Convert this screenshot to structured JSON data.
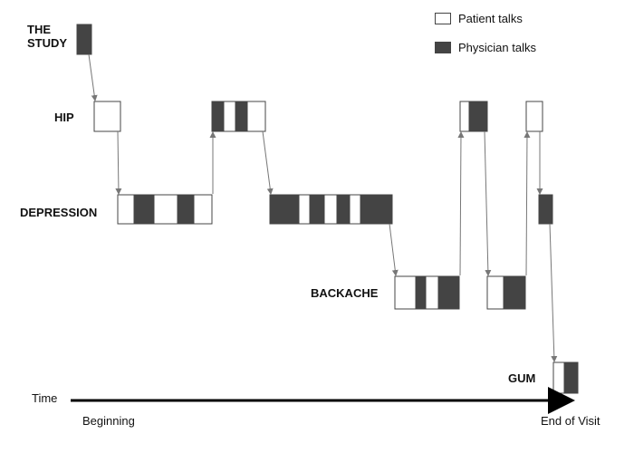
{
  "legend": {
    "patient_label": "Patient talks",
    "physician_label": "Physician talks",
    "patient_color": "#ffffff",
    "physician_color": "#444444"
  },
  "topics": {
    "study_line1": "THE",
    "study_line2": "STUDY",
    "hip": "HIP",
    "depression": "DEPRESSION",
    "backache": "BACKACHE",
    "gum": "GUM"
  },
  "axis": {
    "time_label": "Time",
    "start_label": "Beginning",
    "end_label": "End of Visit"
  },
  "sequence": [
    {
      "topic": "study",
      "turns": [
        "physician"
      ]
    },
    {
      "topic": "hip",
      "turns": [
        "patient"
      ]
    },
    {
      "topic": "depression",
      "turns": [
        "patient",
        "physician",
        "patient",
        "physician",
        "patient"
      ]
    },
    {
      "topic": "hip",
      "turns": [
        "physician",
        "patient",
        "physician",
        "patient"
      ]
    },
    {
      "topic": "depression",
      "turns": [
        "physician",
        "patient",
        "physician",
        "patient",
        "physician",
        "patient",
        "physician"
      ]
    },
    {
      "topic": "backache",
      "turns": [
        "patient",
        "physician",
        "patient",
        "physician"
      ]
    },
    {
      "topic": "hip",
      "turns": [
        "patient",
        "physician"
      ]
    },
    {
      "topic": "backache",
      "turns": [
        "patient",
        "physician"
      ]
    },
    {
      "topic": "hip",
      "turns": [
        "patient"
      ]
    },
    {
      "topic": "depression",
      "turns": [
        "physician"
      ]
    },
    {
      "topic": "gum",
      "turns": [
        "patient",
        "physician"
      ]
    }
  ]
}
